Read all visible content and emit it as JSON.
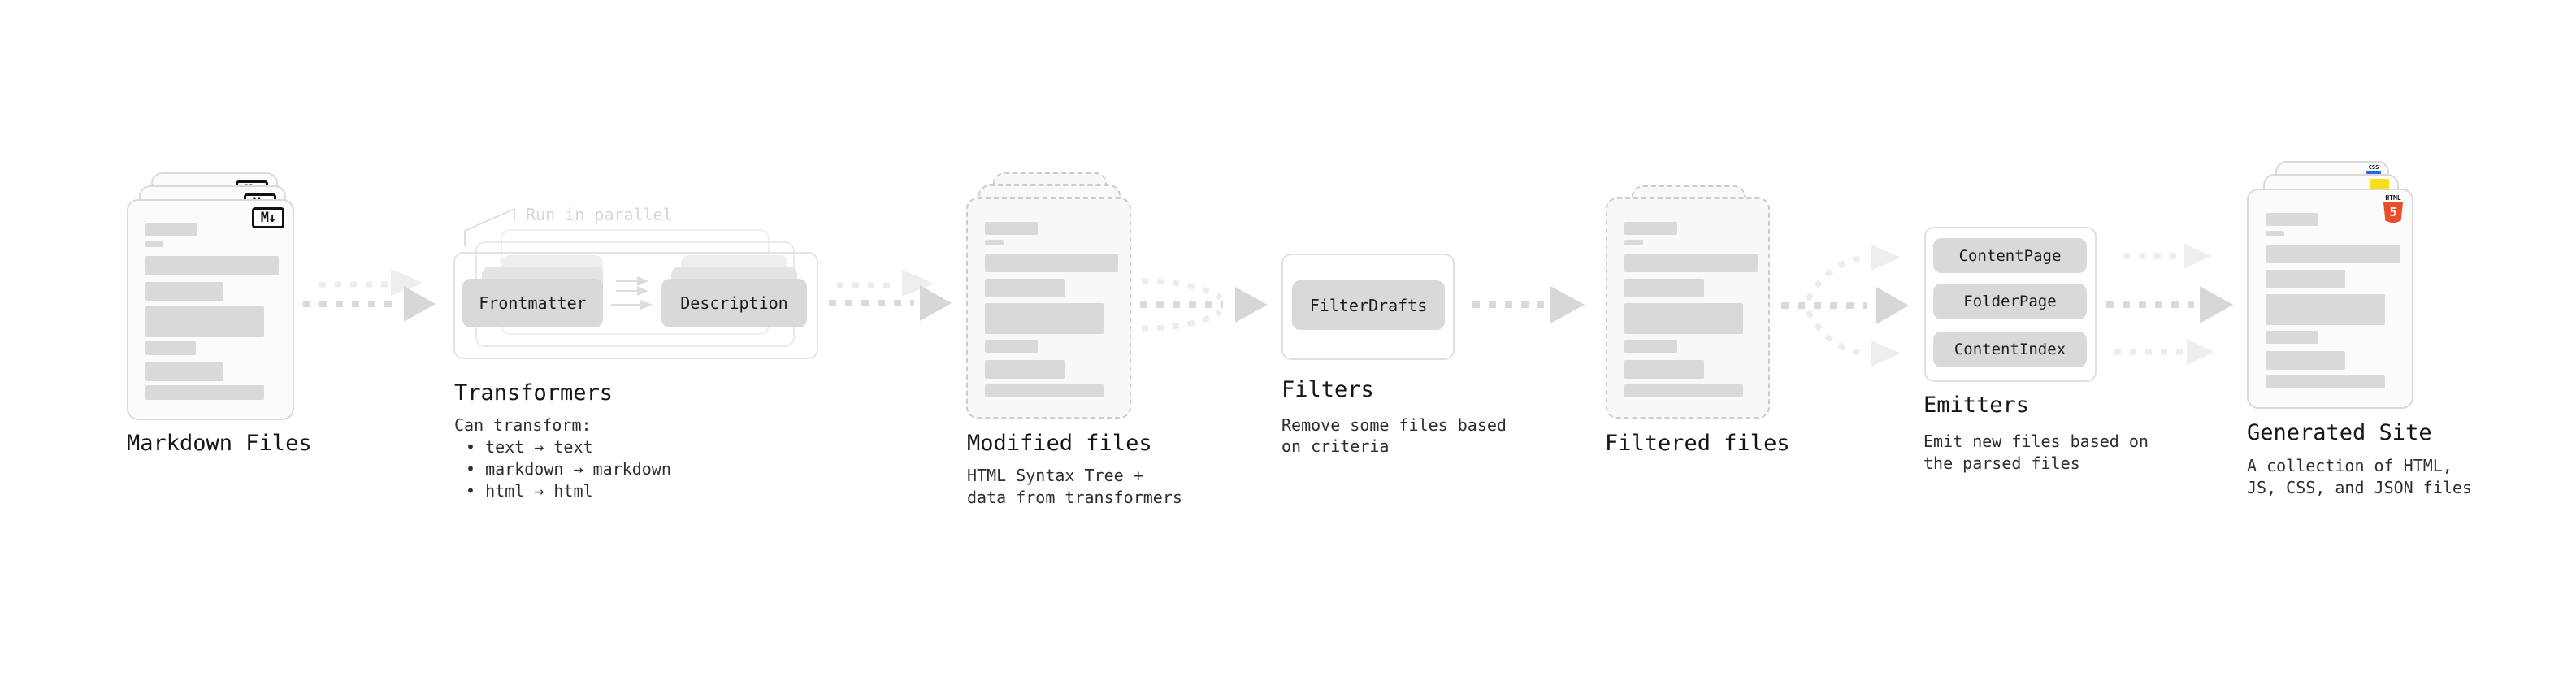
{
  "diagram": {
    "type": "pipeline-flow",
    "note": "Run in parallel"
  },
  "stages": {
    "markdown_files": {
      "title": "Markdown Files",
      "badge": "M↓"
    },
    "transformers": {
      "title": "Transformers",
      "note": "Run in parallel",
      "buttons": [
        "Frontmatter",
        "Description"
      ],
      "subtitle": "Can transform:",
      "bullets": [
        "• text → text",
        "• markdown → markdown",
        "• html → html"
      ]
    },
    "modified_files": {
      "title": "Modified files",
      "subtitle_line1": "HTML Syntax Tree +",
      "subtitle_line2": "data from transformers"
    },
    "filters": {
      "title": "Filters",
      "button": "FilterDrafts",
      "subtitle_line1": "Remove some files based",
      "subtitle_line2": "on criteria"
    },
    "filtered_files": {
      "title": "Filtered files"
    },
    "emitters": {
      "title": "Emitters",
      "buttons": [
        "ContentPage",
        "FolderPage",
        "ContentIndex"
      ],
      "subtitle_line1": "Emit new files based on",
      "subtitle_line2": "the parsed files"
    },
    "generated_site": {
      "title": "Generated Site",
      "subtitle_line1": "A collection of HTML,",
      "subtitle_line2": "JS, CSS, and JSON files",
      "css_badge": "CSS",
      "html_badge_label": "HTML",
      "html_badge_number": "5"
    }
  },
  "colors": {
    "background": "#ffffff",
    "card_fill": "#fbfbfb",
    "card_border": "#d9d9d9",
    "bar_gray": "#d9d9d9",
    "button_gray": "#d9d9d9",
    "arrow_dark": "#d9d9d9",
    "arrow_light": "#ececec",
    "note_gray": "#d6d6d6",
    "heading_text": "#161616",
    "body_text": "#2e2e2e",
    "html5_orange": "#e84e2c",
    "js_yellow": "#f7df1e",
    "css_blue": "#2764e7",
    "badge_black": "#111111"
  }
}
